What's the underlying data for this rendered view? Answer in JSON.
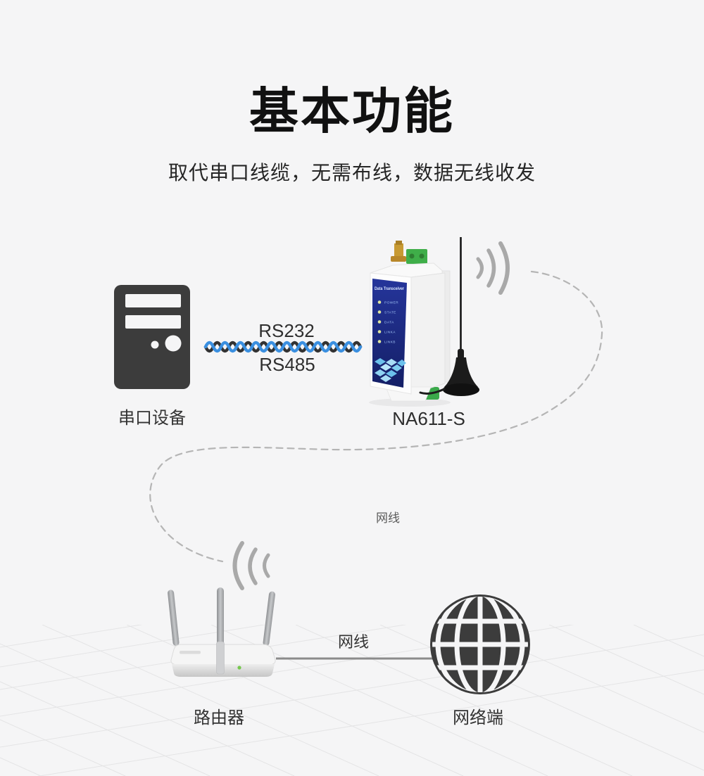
{
  "header": {
    "title": "基本功能",
    "subtitle": "取代串口线缆，无需布线，数据无线收发"
  },
  "diagram": {
    "serial_device_label": "串口设备",
    "cable_label_top": "RS232",
    "cable_label_bottom": "RS485",
    "transceiver": {
      "model_label": "NA611-S",
      "panel_title": "Data Transceiver",
      "led_labels": [
        "POWER",
        "STATE",
        "DATA",
        "LINKA",
        "LINKB"
      ]
    },
    "wireless_path_label": "网线",
    "router_label": "路由器",
    "ethernet_label": "网线",
    "network_label": "网络端"
  },
  "colors": {
    "background": "#f5f5f6",
    "icon_dark": "#3c3c3c",
    "cable_blue": "#3a8fe0",
    "cable_dark": "#323232",
    "panel_blue": "#1d2b80",
    "terminal_green": "#3fae49",
    "antenna_gold": "#c79a33",
    "signal_gray": "#a9a9a9",
    "dashed_gray": "#b5b5b5"
  }
}
